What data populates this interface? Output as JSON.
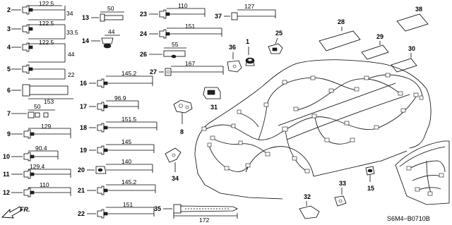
{
  "diagram_code": "S6M4−B0710B",
  "front_label": "FR.",
  "parts": [
    {
      "num": "1"
    },
    {
      "num": "2",
      "dim_a": "122.5",
      "dim_b": "34"
    },
    {
      "num": "3",
      "dim_a": "122.5",
      "dim_b": "33.5"
    },
    {
      "num": "4",
      "dim_a": "122.5",
      "dim_b": "44"
    },
    {
      "num": "5",
      "dim_b": "22"
    },
    {
      "num": "6",
      "dim_a": "153"
    },
    {
      "num": "7",
      "dim_a": "50"
    },
    {
      "num": "8"
    },
    {
      "num": "9",
      "dim_a": "129"
    },
    {
      "num": "10",
      "dim_a": "90.4"
    },
    {
      "num": "11",
      "dim_a": "129.4"
    },
    {
      "num": "12",
      "dim_a": "110"
    },
    {
      "num": "13",
      "dim_a": "50"
    },
    {
      "num": "14",
      "dim_a": "44"
    },
    {
      "num": "15"
    },
    {
      "num": "16",
      "dim_a": "145.2"
    },
    {
      "num": "17",
      "dim_a": "96.9"
    },
    {
      "num": "18",
      "dim_a": "151.5"
    },
    {
      "num": "19",
      "dim_a": "145"
    },
    {
      "num": "20",
      "dim_a": "140"
    },
    {
      "num": "21",
      "dim_a": "145.2"
    },
    {
      "num": "22",
      "dim_a": "151"
    },
    {
      "num": "23",
      "dim_a": "110"
    },
    {
      "num": "24",
      "dim_a": "151"
    },
    {
      "num": "25"
    },
    {
      "num": "26",
      "dim_a": "55"
    },
    {
      "num": "27",
      "dim_a": "167"
    },
    {
      "num": "28"
    },
    {
      "num": "29"
    },
    {
      "num": "30"
    },
    {
      "num": "31"
    },
    {
      "num": "32"
    },
    {
      "num": "33"
    },
    {
      "num": "34"
    },
    {
      "num": "35",
      "dim_a": "172"
    },
    {
      "num": "36"
    },
    {
      "num": "37",
      "dim_a": "127"
    },
    {
      "num": "38"
    }
  ]
}
